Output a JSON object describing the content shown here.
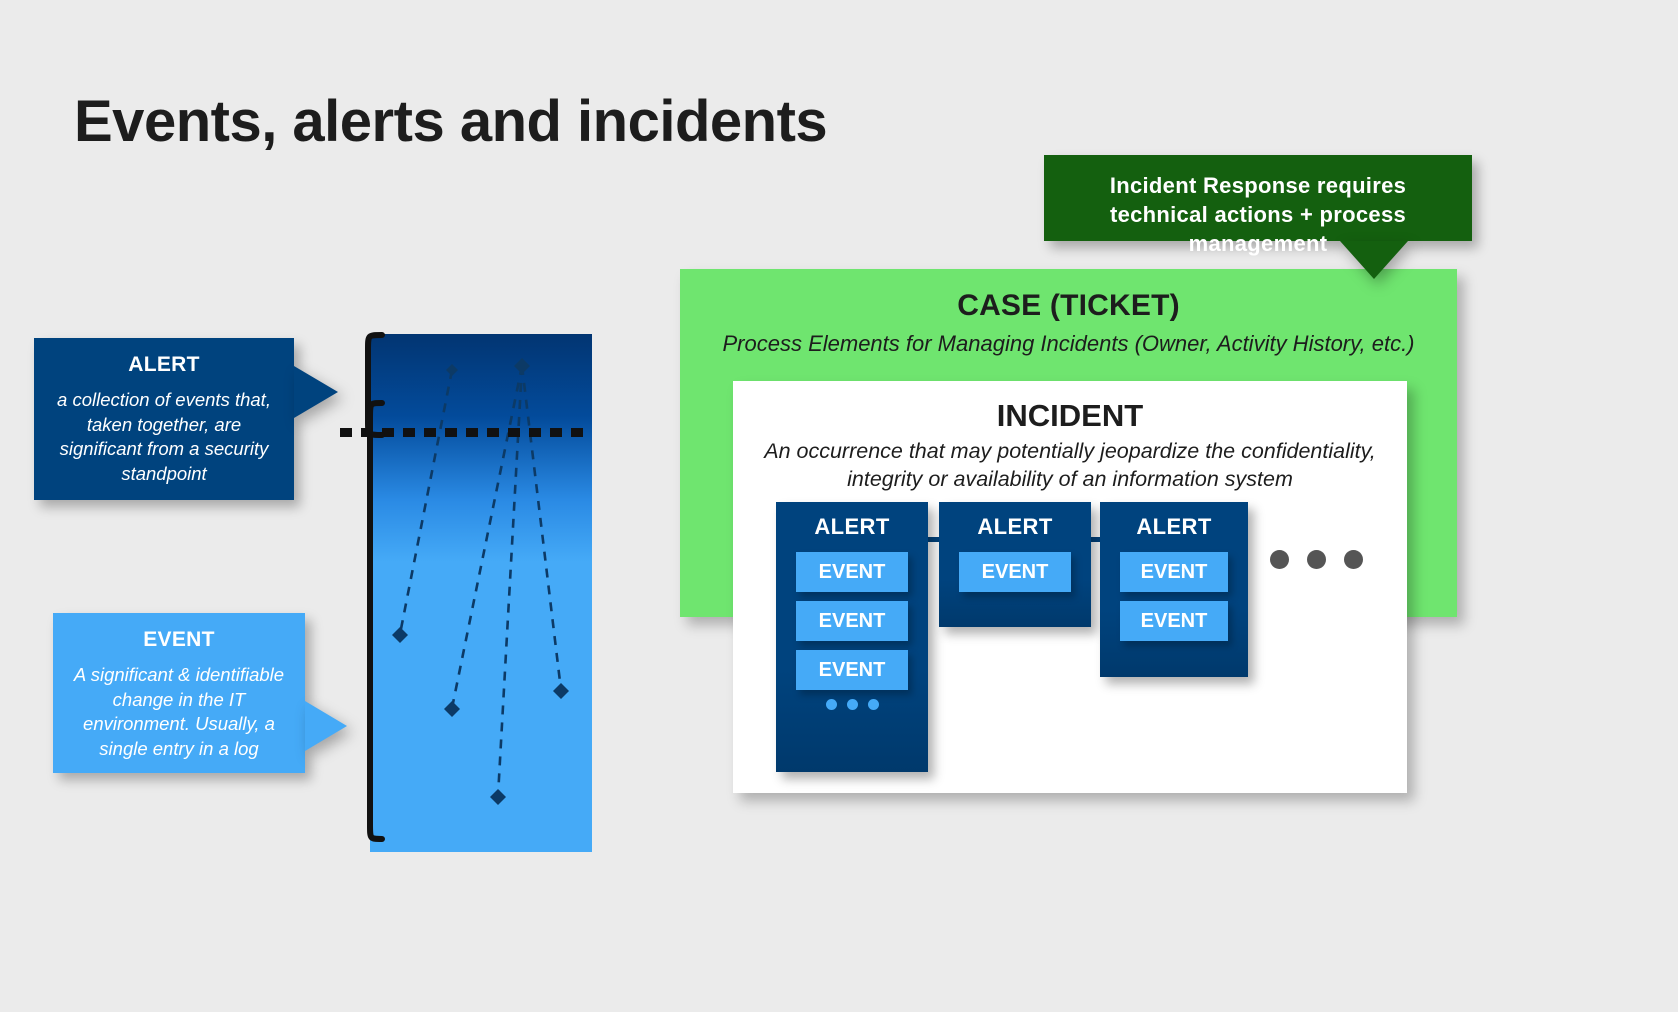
{
  "page": {
    "title": "Events, alerts and incidents",
    "background_color": "#ebebeb"
  },
  "colors": {
    "dark_blue": "#00437e",
    "light_blue": "#45aaf7",
    "bright_green": "#6fe56f",
    "dark_green": "#14600f",
    "white": "#ffffff",
    "dot_gray": "#555555",
    "text_dark": "#1d1d1d"
  },
  "alert_callout": {
    "heading": "ALERT",
    "text": "a collection of events that, taken together, are significant from a security standpoint",
    "fill": "#00437e",
    "pointer": "right"
  },
  "event_callout": {
    "heading": "EVENT",
    "text": "A significant & identifiable change in the IT environment. Usually, a single entry in a log",
    "fill": "#45aaf7",
    "pointer": "right"
  },
  "incident_response_callout": {
    "text": "Incident Response requires technical actions + process management",
    "fill": "#14600f",
    "pointer": "down"
  },
  "gradient_bar": {
    "top_color": "#023572",
    "bottom_color": "#45aaf7",
    "threshold_line_style": "dotted",
    "threshold_line_color": "#111111"
  },
  "case_panel": {
    "title": "CASE (TICKET)",
    "subtitle": "Process Elements for Managing Incidents (Owner, Activity History, etc.)",
    "fill": "#6fe56f"
  },
  "incident_panel": {
    "title": "INCIDENT",
    "description": "An occurrence that may potentially jeopardize the confidentiality, integrity or availability of an information system",
    "fill": "#ffffff"
  },
  "alert_cards": [
    {
      "label": "ALERT",
      "events": [
        "EVENT",
        "EVENT",
        "EVENT"
      ],
      "has_more_dots": true
    },
    {
      "label": "ALERT",
      "events": [
        "EVENT"
      ],
      "has_more_dots": false
    },
    {
      "label": "ALERT",
      "events": [
        "EVENT",
        "EVENT"
      ],
      "has_more_dots": false
    }
  ],
  "trailing_ellipsis": {
    "dot_count": 3,
    "color": "#555555"
  }
}
